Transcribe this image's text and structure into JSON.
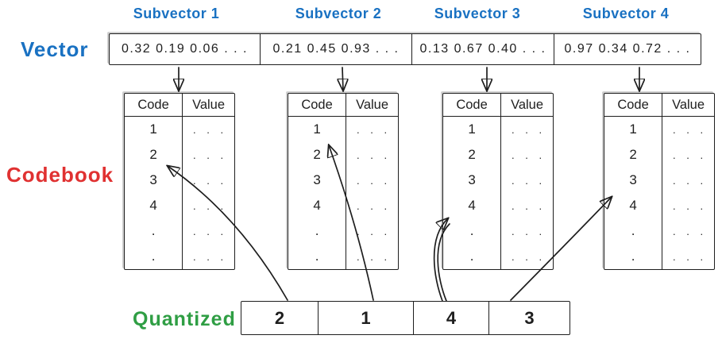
{
  "colors": {
    "blue": "#1971c2",
    "red": "#e03131",
    "green": "#2f9e44",
    "ink": "#1e1e1e"
  },
  "vector": {
    "label": "Vector",
    "subvector_labels": [
      "Subvector 1",
      "Subvector 2",
      "Subvector 3",
      "Subvector 4"
    ],
    "cells": [
      "0.32  0.19  0.06 . . .",
      "0.21  0.45  0.93 . . .",
      "0.13  0.67  0.40 . . .",
      "0.97  0.34  0.72 . . ."
    ]
  },
  "codebook": {
    "label": "Codebook",
    "columns": [
      "Code",
      "Value"
    ],
    "rows": [
      {
        "code": "1",
        "value": ". . ."
      },
      {
        "code": "2",
        "value": ". . ."
      },
      {
        "code": "3",
        "value": ". . ."
      },
      {
        "code": "4",
        "value": ". . ."
      },
      {
        "code": ".",
        "value": ". . ."
      },
      {
        "code": ".",
        "value": ". . ."
      }
    ]
  },
  "quantized": {
    "label": "Quantized",
    "codes": [
      "2",
      "1",
      "4",
      "3"
    ]
  },
  "connections": [
    {
      "subvector": 1,
      "selected_code": "2"
    },
    {
      "subvector": 2,
      "selected_code": "1"
    },
    {
      "subvector": 3,
      "selected_code": "4"
    },
    {
      "subvector": 4,
      "selected_code": "3"
    }
  ]
}
